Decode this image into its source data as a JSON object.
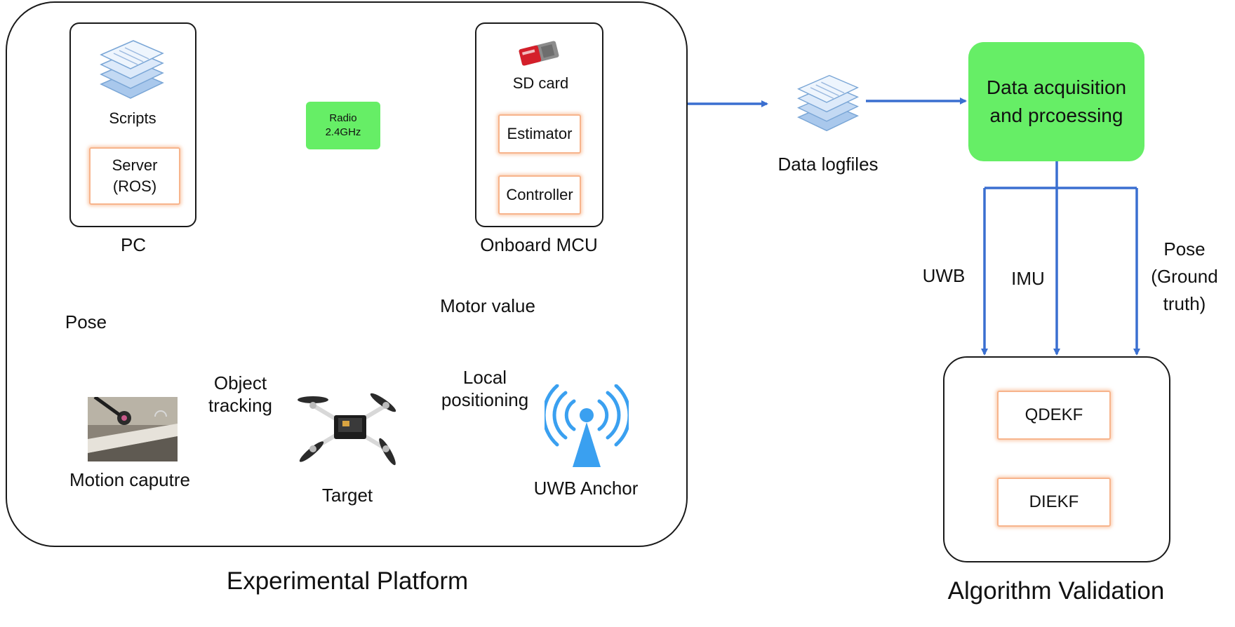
{
  "platform": {
    "title": "Experimental Platform",
    "pc": {
      "caption": "PC",
      "scripts_label": "Scripts",
      "server_line1": "Server",
      "server_line2": "(ROS)"
    },
    "radio": {
      "line1": "Radio",
      "line2": "2.4GHz"
    },
    "mcu": {
      "caption": "Onboard MCU",
      "sdcard_label": "SD card",
      "estimator_label": "Estimator",
      "controller_label": "Controller"
    },
    "motor_value_label": "Motor value",
    "pose_label": "Pose",
    "object_tracking_line1": "Object",
    "object_tracking_line2": "tracking",
    "local_positioning_line1": "Local",
    "local_positioning_line2": "positioning",
    "motion_capture_label": "Motion caputre",
    "target_label": "Target",
    "uwb_anchor_label": "UWB Anchor"
  },
  "pipeline": {
    "data_logfiles_label": "Data logfiles",
    "acquisition_line1": "Data acquisition",
    "acquisition_line2": "and prcoessing"
  },
  "validation": {
    "title": "Algorithm Validation",
    "uwb_label": "UWB",
    "imu_label": "IMU",
    "pose_line1": "Pose",
    "pose_line2": "(Ground",
    "pose_line3": "truth)",
    "qdekf_label": "QDEKF",
    "diekf_label": "DIEKF"
  },
  "colors": {
    "arrow": "#3a6fd0",
    "module_fill": "#66ee66",
    "highlight_border": "#f7b48c",
    "anchor_blue": "#3aa0f0"
  }
}
